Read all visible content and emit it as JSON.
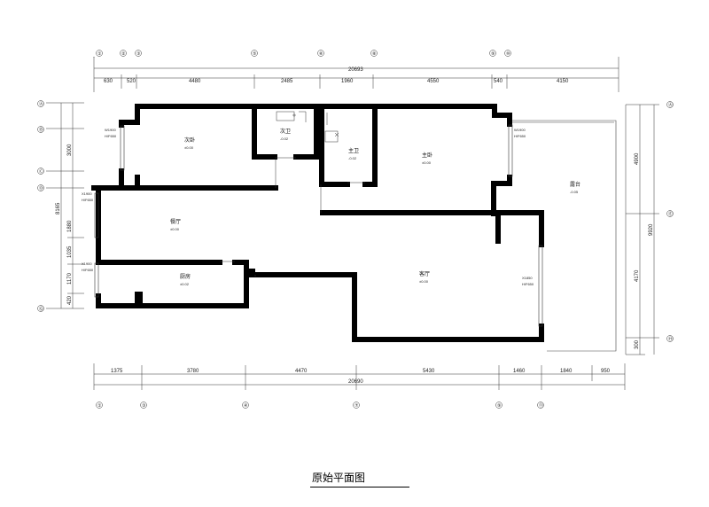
{
  "title": "原始平面图",
  "top_dims": {
    "total": "20693",
    "segments": [
      "630",
      "520",
      "4480",
      "2485",
      "1960",
      "4550",
      "540",
      "4150"
    ],
    "axes": [
      "①",
      "②",
      "③",
      "⑤",
      "⑥",
      "⑧",
      "⑨",
      "⑩"
    ]
  },
  "bottom_dims": {
    "total": "20690",
    "segments": [
      "1375",
      "3780",
      "4470",
      "5430",
      "1460",
      "1840",
      "950"
    ],
    "axes": [
      "①",
      "③",
      "④",
      "⑦",
      "⑨",
      "⑪"
    ]
  },
  "left_dims": {
    "total": "8165",
    "segments": [
      "3000",
      "1880",
      "1035",
      "1170",
      "420"
    ],
    "axes": [
      "Ⓐ",
      "Ⓑ",
      "Ⓒ",
      "Ⓓ",
      "Ⓖ"
    ]
  },
  "right_dims": {
    "total": "9920",
    "segments": [
      "4900",
      "4170",
      "300"
    ],
    "axes": [
      "Ⓐ",
      "Ⓔ",
      "Ⓗ"
    ]
  },
  "rooms": {
    "second_bedroom": "次卧",
    "second_bath": "次卫",
    "master_bath": "主卫",
    "master_bedroom": "主卧",
    "balcony": "露台",
    "dining": "餐厅",
    "kitchen": "厨房",
    "living": "客厅"
  },
  "elevations": {
    "second_bedroom": "±0.00",
    "second_bath": "-0.02",
    "master_bath": "-0.02",
    "master_bedroom": "±0.00",
    "balcony": "-0.05",
    "dining": "±0.00",
    "kitchen": "±0.02",
    "living": "±0.00"
  },
  "windows": {
    "w1_a": "W1900",
    "w1_b": "H/F650",
    "w2_a": "W1900",
    "w2_b": "H/F650",
    "w3_a": "X1900",
    "w3_b": "H/F650",
    "w4_a": "X1900",
    "w4_b": "H/F650",
    "w5_a": "X1850",
    "w5_b": "H/F650"
  }
}
